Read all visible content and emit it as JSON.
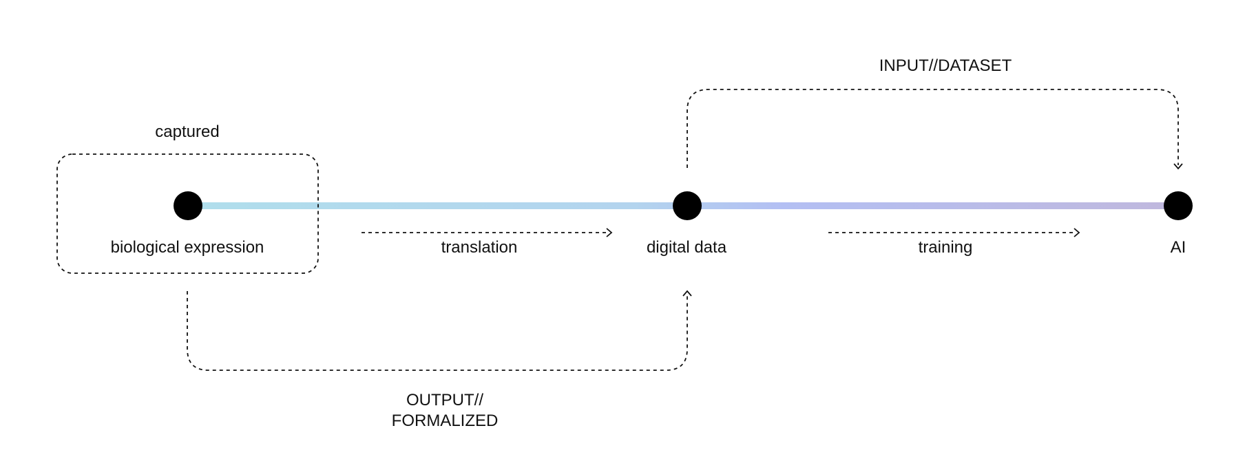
{
  "diagram": {
    "nodes": {
      "biological_expression": "biological expression",
      "digital_data": "digital data",
      "ai": "AI"
    },
    "labels": {
      "captured": "captured",
      "translation": "translation",
      "training": "training",
      "input_dataset": "INPUT//DATASET",
      "output_line1": "OUTPUT//",
      "output_line2": "FORMALIZED"
    },
    "colors": {
      "node": "#000000",
      "line_start": "#b0deec",
      "line_mid": "#b3bff3",
      "line_end": "#c0b8dd",
      "dashed": "#111111"
    }
  }
}
